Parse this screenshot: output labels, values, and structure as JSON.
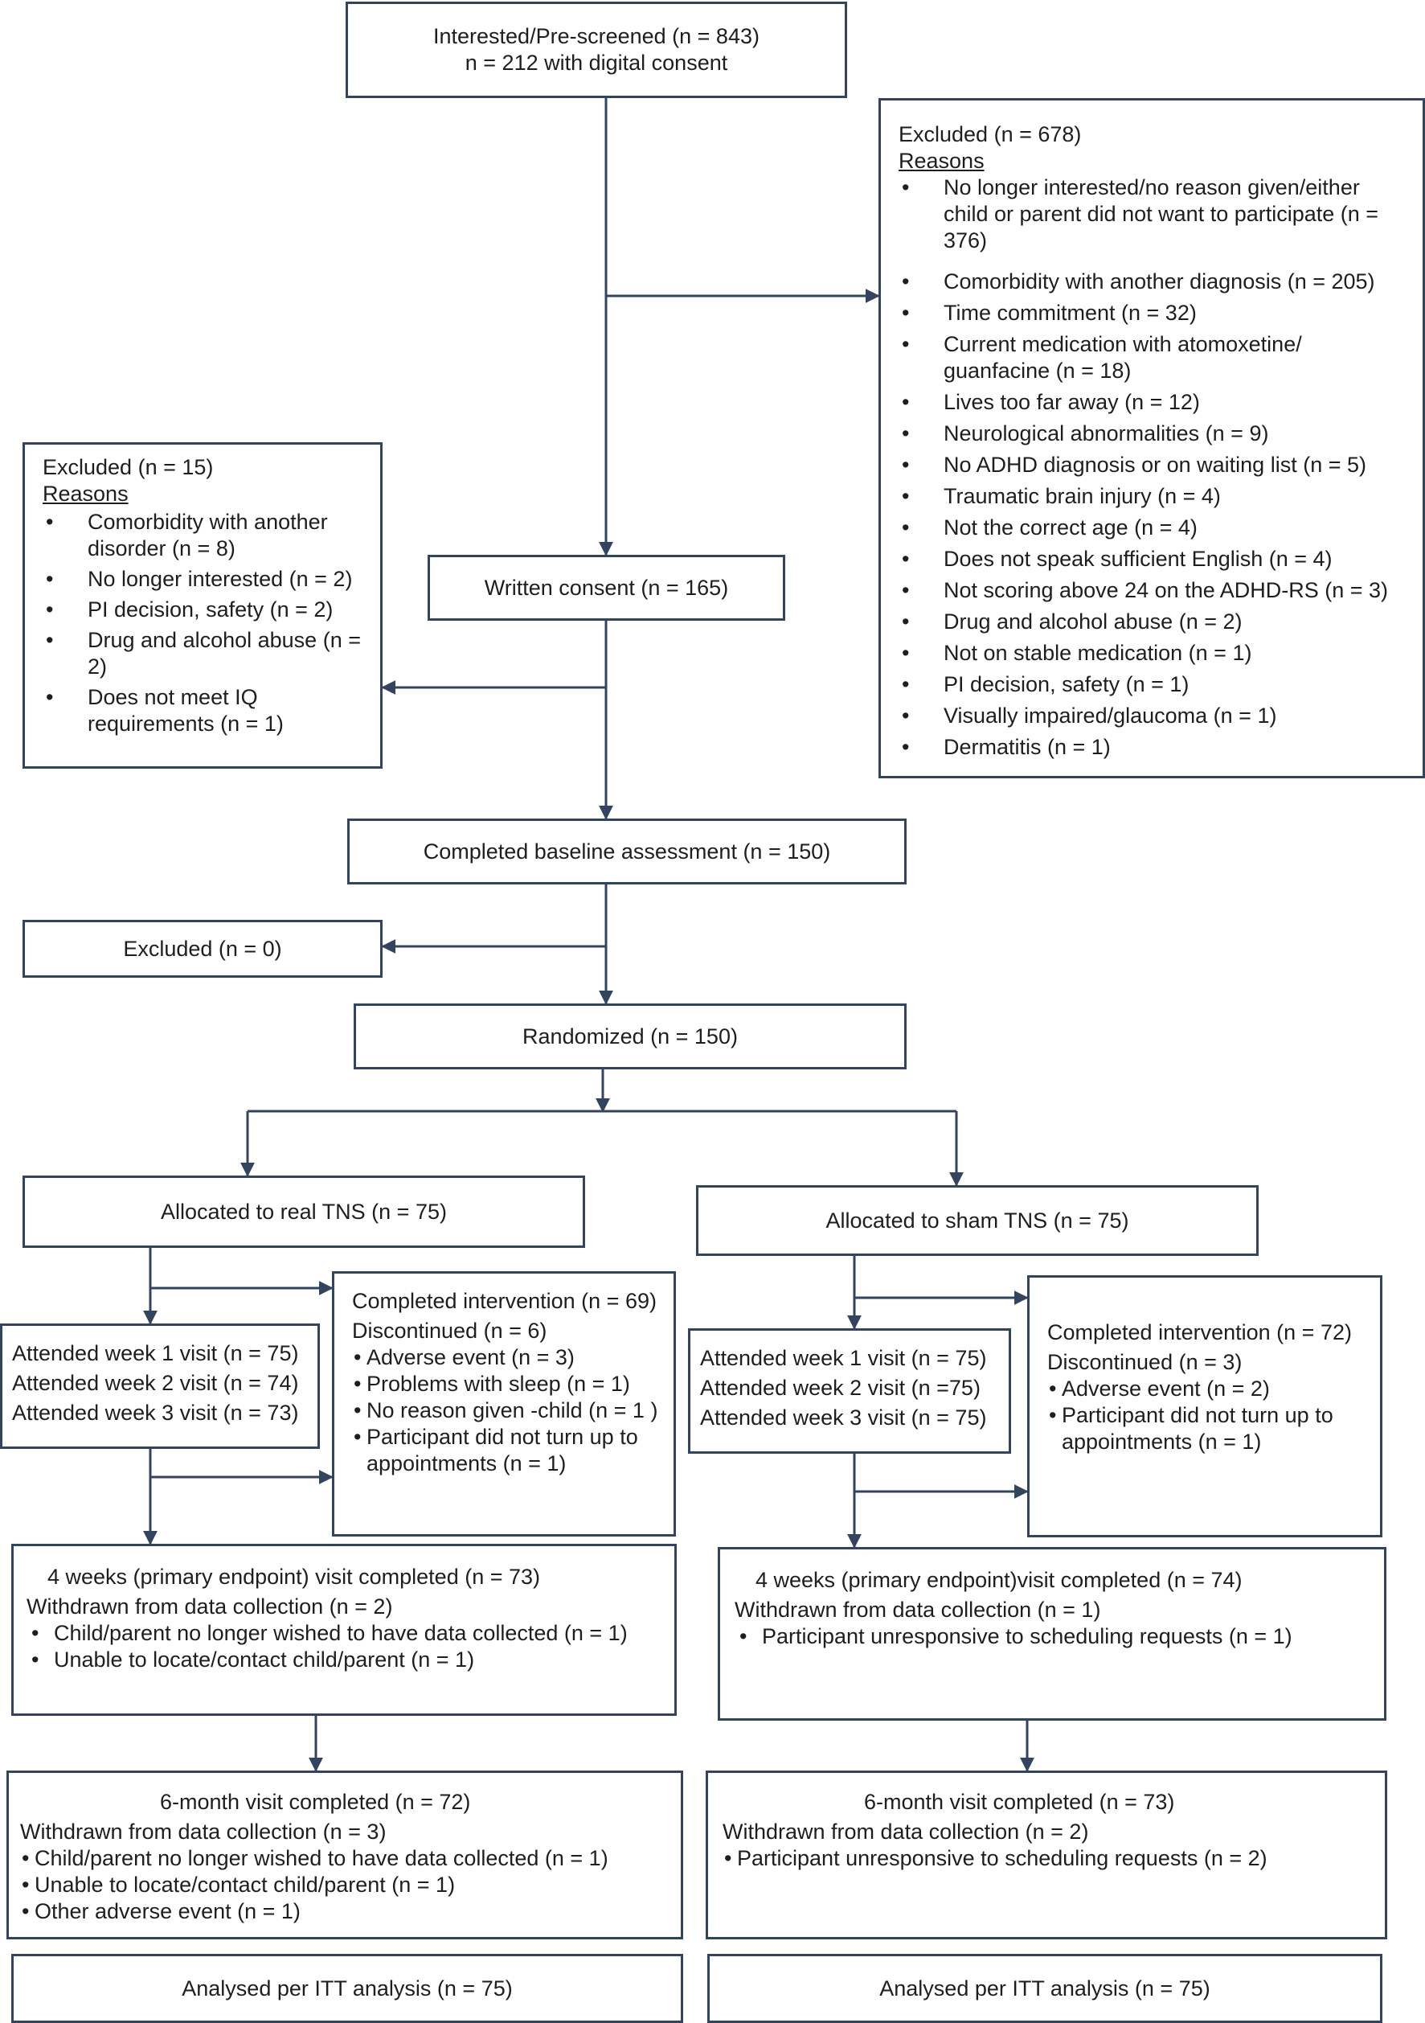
{
  "flow": {
    "prescreened": {
      "line1": "Interested/Pre-screened (n = 843)",
      "line2": "n = 212 with digital consent"
    },
    "excluded_top": {
      "title": "Excluded (n = 678)",
      "reasons_label": "Reasons",
      "items": [
        "No longer interested/no reason given/either child or parent did not want to participate (n = 376)",
        "Comorbidity with another diagnosis (n = 205)",
        "Time commitment (n = 32)",
        "Current medication with atomoxetine/ guanfacine (n = 18)",
        "Lives too far away (n = 12)",
        "Neurological abnormalities (n = 9)",
        "No ADHD diagnosis or on waiting list (n = 5)",
        "Traumatic brain injury (n = 4)",
        "Not the correct age (n = 4)",
        "Does not speak sufficient English (n = 4)",
        "Not scoring above 24 on the ADHD-RS (n = 3)",
        "Drug and alcohol abuse (n = 2)",
        "Not on stable medication (n = 1)",
        "PI decision, safety (n = 1)",
        "Visually impaired/glaucoma (n = 1)",
        "Dermatitis (n = 1)"
      ]
    },
    "excluded_consent": {
      "title": "Excluded (n = 15)",
      "reasons_label": "Reasons",
      "items": [
        "Comorbidity with another disorder (n = 8)",
        "No longer interested (n = 2)",
        "PI decision, safety (n = 2)",
        "Drug and alcohol abuse (n = 2)",
        "Does not meet IQ requirements (n = 1)"
      ]
    },
    "written_consent": "Written consent (n = 165)",
    "baseline": "Completed baseline assessment (n = 150)",
    "excluded_baseline": "Excluded (n = 0)",
    "randomized": "Randomized (n = 150)",
    "real": {
      "allocated": "Allocated to real TNS (n = 75)",
      "weeks": [
        "Attended week 1 visit (n = 75)",
        "Attended week 2 visit (n = 74)",
        "Attended week 3 visit (n = 73)"
      ],
      "intervention": {
        "completed": "Completed intervention (n = 69)",
        "discontinued": "Discontinued (n = 6)",
        "items": [
          "Adverse event (n = 3)",
          "Problems with sleep (n = 1)",
          "No reason given -child (n = 1 )",
          "Participant did not turn up to appointments (n = 1)"
        ]
      },
      "four_week": {
        "title": "4 weeks (primary endpoint) visit completed (n = 73)",
        "withdrawn": "Withdrawn from data collection (n = 2)",
        "items": [
          "Child/parent no longer wished to have data collected (n = 1)",
          "Unable to locate/contact child/parent (n = 1)"
        ]
      },
      "six_month": {
        "title": "6-month visit completed (n = 72)",
        "withdrawn": "Withdrawn from data collection (n = 3)",
        "items": [
          "Child/parent no longer wished to have data collected (n = 1)",
          "Unable to locate/contact child/parent (n = 1)",
          "Other adverse event (n = 1)"
        ]
      },
      "analysed": "Analysed per ITT analysis (n = 75)"
    },
    "sham": {
      "allocated": "Allocated to sham TNS (n = 75)",
      "weeks": [
        "Attended week 1 visit (n = 75)",
        "Attended week 2 visit (n =75)",
        "Attended week 3 visit (n = 75)"
      ],
      "intervention": {
        "completed": "Completed intervention (n = 72)",
        "discontinued": "Discontinued (n = 3)",
        "items": [
          "Adverse event (n = 2)",
          "Participant did not turn up to appointments (n = 1)"
        ]
      },
      "four_week": {
        "title": "4 weeks (primary endpoint)visit completed (n = 74)",
        "withdrawn": "Withdrawn from data collection (n = 1)",
        "items": [
          "Participant unresponsive to scheduling requests (n = 1)"
        ]
      },
      "six_month": {
        "title": "6-month visit completed (n = 73)",
        "withdrawn": "Withdrawn from data collection (n = 2)",
        "items": [
          "Participant unresponsive to scheduling requests (n = 2)"
        ]
      },
      "analysed": "Analysed per ITT analysis (n = 75)"
    }
  },
  "colors": {
    "stroke": "#33455e",
    "text": "#1e1e1e",
    "background": "#ffffff"
  }
}
